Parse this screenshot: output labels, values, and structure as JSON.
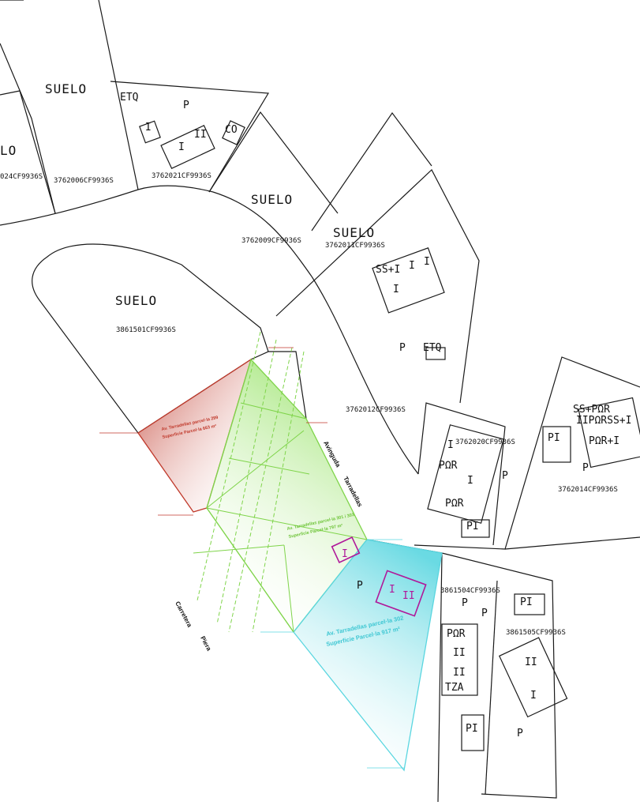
{
  "labels": {
    "suelo": "SUELO",
    "lo": "LO",
    "etq": "ETQ",
    "co": "CO",
    "p": "P",
    "i": "I",
    "ii": "II",
    "pi": "PI",
    "por": "PΩR",
    "ss_i": "SS+I",
    "por_i": "PΩR+I",
    "ss_por": "SS+PΩR",
    "iipor_ss_i": "IIPΩRSS+I",
    "tza": "TZA"
  },
  "cadastral_refs": {
    "r1": "024CF9936S",
    "r2": "3762006CF9936S",
    "r3": "3762021CF9936S",
    "r4": "3762009CF9936S",
    "r5": "3762011CF9936S",
    "r6": "3861501CF9936S",
    "r7": "3762012CF9936S",
    "r8": "3762020CF9936S",
    "r9": "3762014CF9936S",
    "r10": "3861504CF9936S",
    "r11": "3861505CF9936S"
  },
  "roads": {
    "avinguda": "Avinguda",
    "tarradellas": "Tarradellas",
    "carretera": "Carretera",
    "piera": "Piera"
  },
  "parcels": {
    "red": {
      "line1": "Av. Tarradellas parcel·la 299",
      "line2": "Superficie Parcel·la 663 m²",
      "color": "#c0392b"
    },
    "green": {
      "line1": "Av. Tarradellas parcel·la 301 i 303",
      "line2": "Superficie Parcel·la 797 m²",
      "color": "#7fd44a"
    },
    "cyan": {
      "line1": "Av. Tarradellas parcel·la 302",
      "line2": "Superficie Parcel·la 917 m²",
      "color": "#5ad6e0"
    }
  },
  "colors": {
    "building_highlight": "#b0199a",
    "lines": "#1a1a1a"
  }
}
